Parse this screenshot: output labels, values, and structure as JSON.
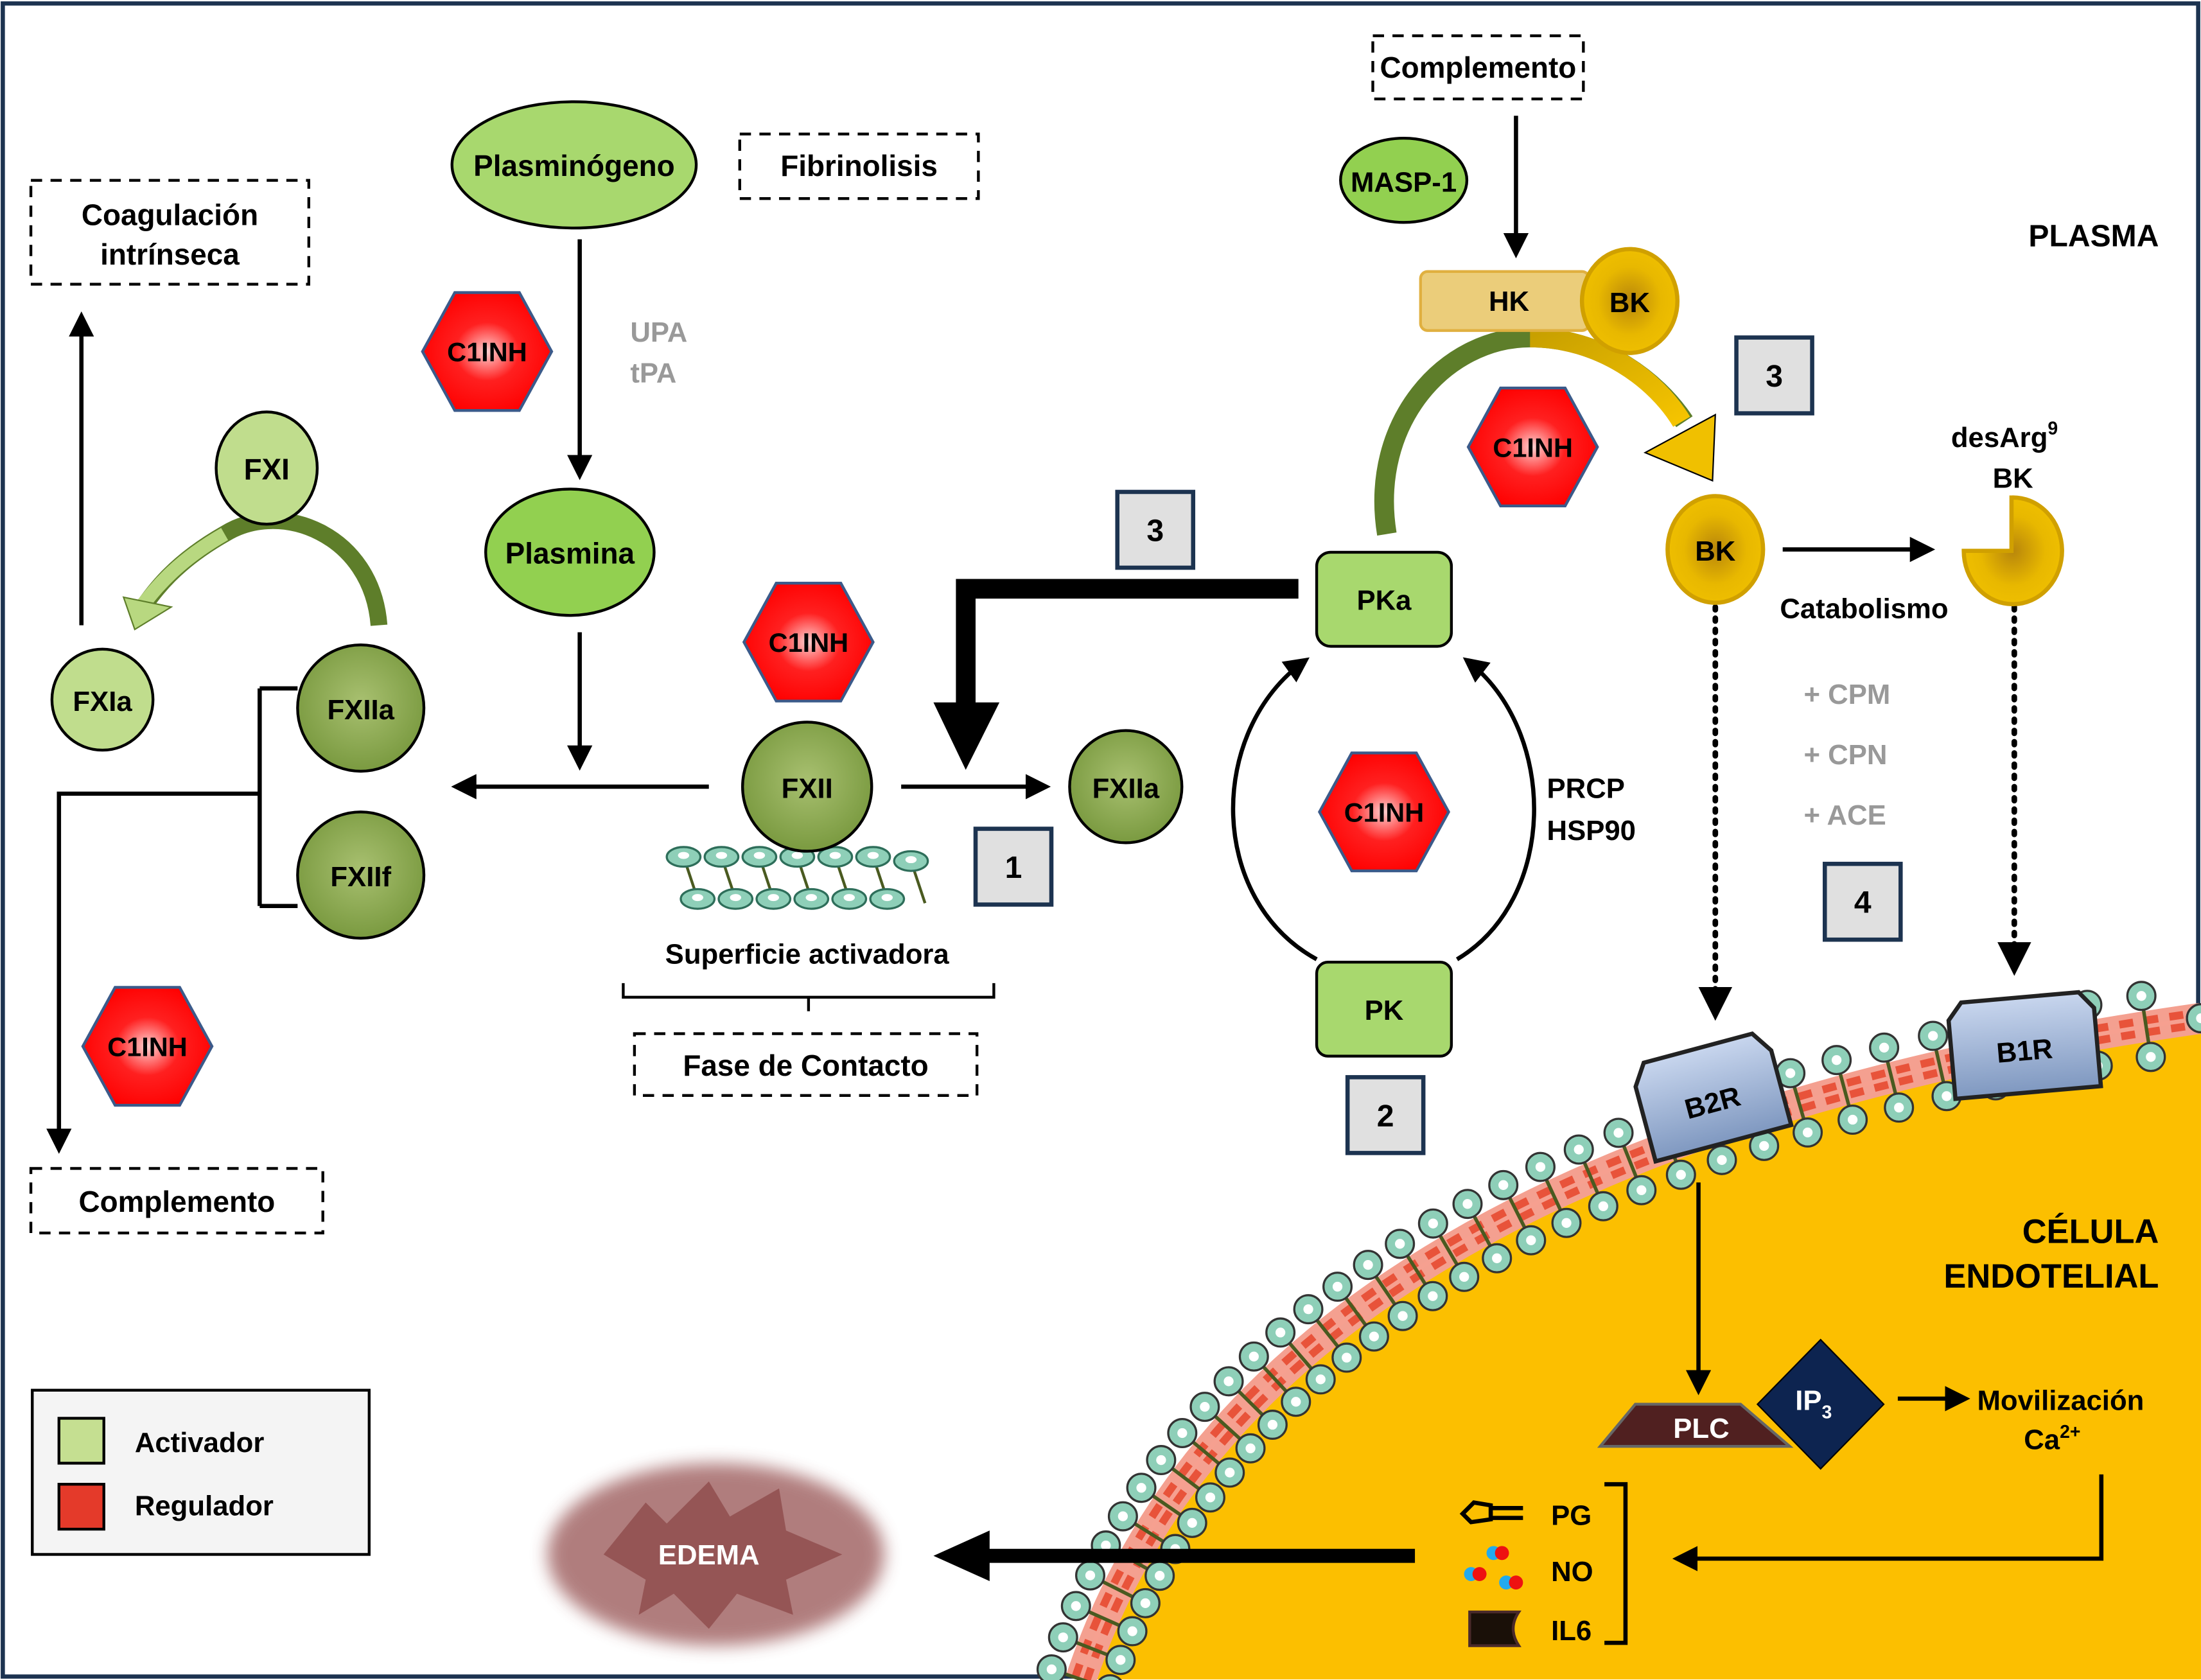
{
  "regions": {
    "plasma": "PLASMA",
    "cell_line1": "CÉLULA",
    "cell_line2": "ENDOTELIAL"
  },
  "boxes": {
    "coag_line1": "Coagulación",
    "coag_line2": "intrínseca",
    "fibrinolisis": "Fibrinolisis",
    "complemento_top": "Complemento",
    "complemento_bottom": "Complemento",
    "fase_contacto": "Fase de Contacto"
  },
  "nodes": {
    "plasminogeno": "Plasminógeno",
    "plasmina": "Plasmina",
    "fxi": "FXI",
    "fxia": "FXIa",
    "fxiia_left": "FXIIa",
    "fxiif": "FXIIf",
    "fxii": "FXII",
    "fxiia_right": "FXIIa",
    "pka": "PKa",
    "pk": "PK",
    "masp1": "MASP-1",
    "hk": "HK",
    "bk_hk": "BK",
    "bk": "BK",
    "desarg_line1": "desArg",
    "desarg_sup": "9",
    "desarg_line2": "BK",
    "b2r": "B2R",
    "b1r": "B1R",
    "plc": "PLC",
    "ip3": "IP",
    "ip3_sub": "3",
    "movilizacion": "Movilización",
    "ca": "Ca",
    "ca_sup": "2+",
    "pg": "PG",
    "no": "NO",
    "il6": "IL6",
    "edema": "EDEMA"
  },
  "inhibitor_label": "C1INH",
  "labels": {
    "upa": "UPA",
    "tpa": "tPA",
    "superficie": "Superficie activadora",
    "prcp": "PRCP",
    "hsp90": "HSP90",
    "catabolismo": "Catabolismo",
    "cpm": "+ CPM",
    "cpn": "+ CPN",
    "ace": "+ ACE"
  },
  "steps": [
    "1",
    "2",
    "3",
    "3",
    "4"
  ],
  "legend": [
    {
      "label": "Activador",
      "color": "#c5df91"
    },
    {
      "label": "Regulador",
      "color": "#e43a2a"
    }
  ],
  "colors": {
    "activator": "#a8d86e",
    "activator_dark": "#7a9a40",
    "regulator": "#ff0000",
    "bk_gold": "#e8b800",
    "cell": "#fcbf00",
    "border": "#1c3350"
  }
}
